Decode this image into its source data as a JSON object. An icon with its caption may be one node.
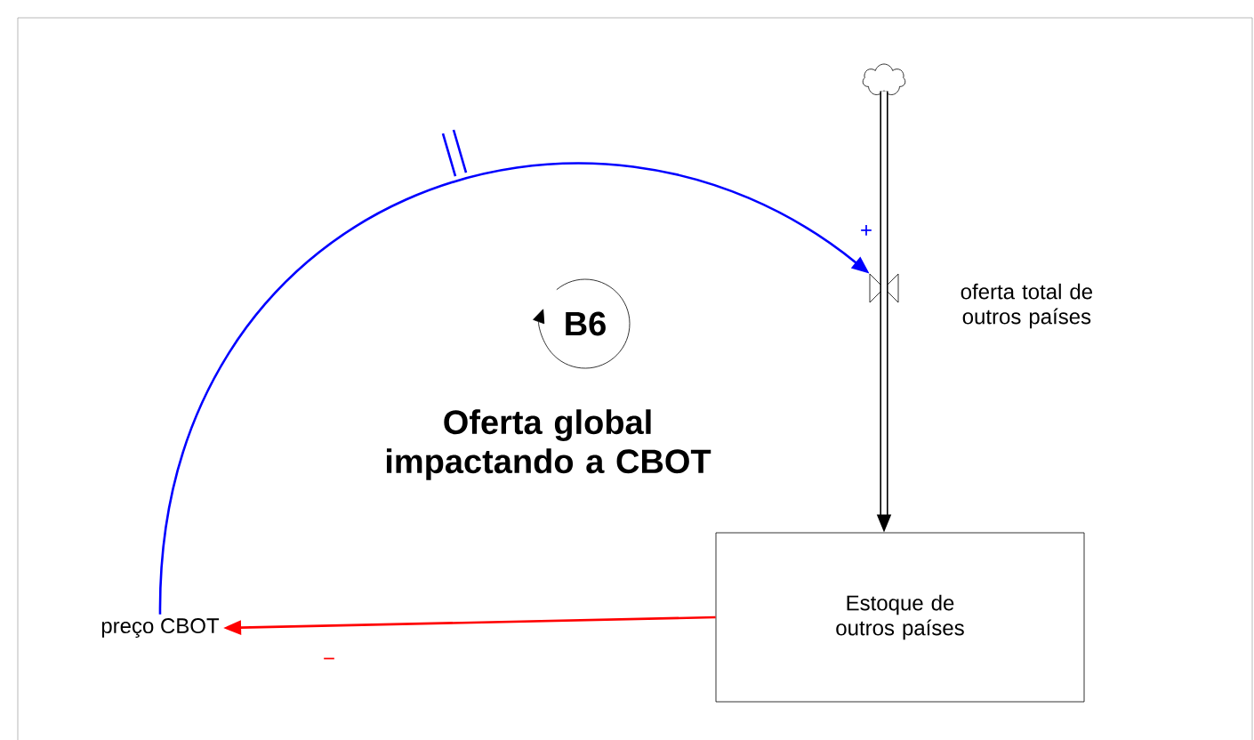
{
  "diagram": {
    "nodes": [
      {
        "text": [],
        "shape": "cloud"
      },
      {
        "text": [],
        "shape": "valve",
        "beside": [
          "oferta total de outros países"
        ]
      },
      {
        "text": [
          "Estoque de outros países"
        ]
      },
      {
        "text": [
          "preço CBOT"
        ]
      }
    ],
    "edges": [
      {
        "from": 0,
        "to": 2,
        "arrow": "to",
        "style": "thick"
      },
      {
        "from": 3,
        "to": 1,
        "arrow": "to",
        "label": "+",
        "color": "#0000ff"
      },
      {
        "from": 2,
        "to": 3,
        "arrow": "to",
        "label": "−",
        "color": "#ff0000"
      }
    ],
    "labels": [
      "B6",
      "Oferta global impactando a CBOT"
    ]
  }
}
